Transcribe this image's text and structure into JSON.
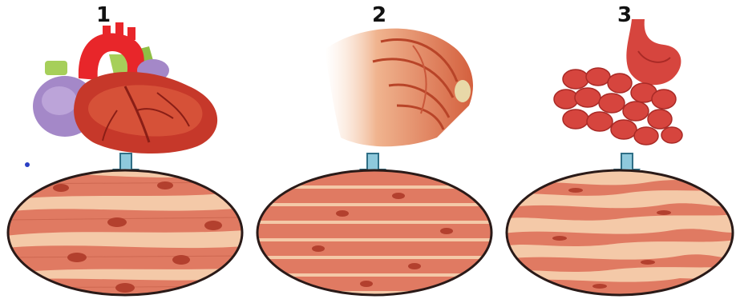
{
  "labels": [
    "1",
    "2",
    "3"
  ],
  "organs": [
    {
      "id": "heart",
      "label": "1",
      "tissue": "cardiac-muscle"
    },
    {
      "id": "arm-muscle",
      "label": "2",
      "tissue": "skeletal-muscle"
    },
    {
      "id": "digestive-tract",
      "label": "3",
      "tissue": "smooth-muscle"
    }
  ],
  "colors": {
    "arrow_fill": "#8ec9dc",
    "arrow_stroke": "#2f6f86",
    "circle_border": "#2a1a18",
    "muscle_base": "#e07a62",
    "muscle_light": "#f4c9a8",
    "nucleus": "#b3402e",
    "heart_red": "#c6382a",
    "heart_purple": "#a488c8",
    "aorta_red": "#e8262a",
    "vessel_green": "#a6cf5a",
    "intestine_red": "#d6453e"
  }
}
